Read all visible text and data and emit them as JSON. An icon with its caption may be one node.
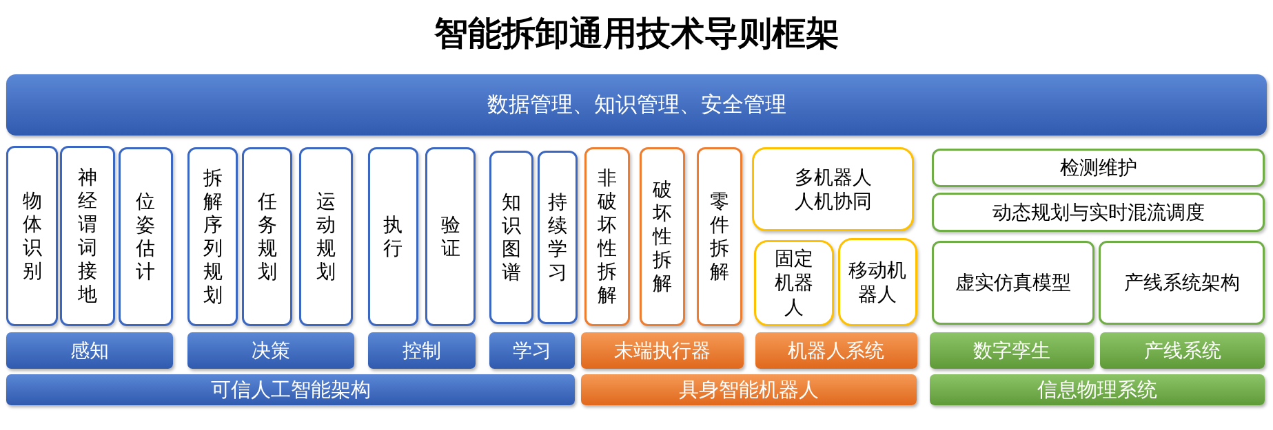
{
  "diagram": {
    "title": "智能拆卸通用技术导则框架",
    "nodes": [
      {
        "text": [
          "数据管理、知识管理、安全管理"
        ]
      },
      {
        "text": [
          "物体识别"
        ]
      },
      {
        "text": [
          "神经谓词接地"
        ]
      },
      {
        "text": [
          "位姿估计"
        ]
      },
      {
        "text": [
          "拆解序列规划"
        ]
      },
      {
        "text": [
          "任务规划"
        ]
      },
      {
        "text": [
          "运动规划"
        ]
      },
      {
        "text": [
          "执行"
        ]
      },
      {
        "text": [
          "验证"
        ]
      },
      {
        "text": [
          "知识图谱"
        ]
      },
      {
        "text": [
          "持续学习"
        ]
      },
      {
        "text": [
          "非破坏性拆解"
        ]
      },
      {
        "text": [
          "破坏性拆解"
        ]
      },
      {
        "text": [
          "零件拆解"
        ]
      },
      {
        "text": [
          "多机器人人机协同"
        ]
      },
      {
        "text": [
          "检测维护"
        ]
      },
      {
        "text": [
          "动态规划与实时混流调度"
        ]
      },
      {
        "text": [
          "固定机器人"
        ]
      },
      {
        "text": [
          "移动机器人"
        ]
      },
      {
        "text": [
          "虚实仿真模型"
        ]
      },
      {
        "text": [
          "产线系统架构"
        ]
      },
      {
        "text": [
          "感知"
        ]
      },
      {
        "text": [
          "决策"
        ]
      },
      {
        "text": [
          "控制"
        ]
      },
      {
        "text": [
          "学习"
        ]
      },
      {
        "text": [
          "末端执行器"
        ]
      },
      {
        "text": [
          "机器人系统"
        ]
      },
      {
        "text": [
          "数字孪生"
        ]
      },
      {
        "text": [
          "产线系统"
        ]
      },
      {
        "text": [
          "可信人工智能架构"
        ]
      },
      {
        "text": [
          "具身智能机器人"
        ]
      },
      {
        "text": [
          "信息物理系统"
        ]
      }
    ],
    "edges": []
  }
}
